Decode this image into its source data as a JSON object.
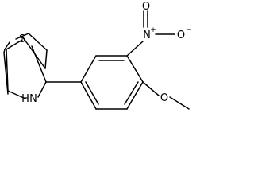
{
  "molecule": {
    "atoms": {
      "sulfur": "S",
      "nitrogen_ring": "N",
      "hydrogen_on_n": "H",
      "nitro_nitrogen": "N",
      "nitro_plus": "+",
      "nitro_oxygen_top": "O",
      "nitro_oxygen_right": "O",
      "nitro_minus": "−",
      "methoxy_oxygen": "O"
    }
  }
}
